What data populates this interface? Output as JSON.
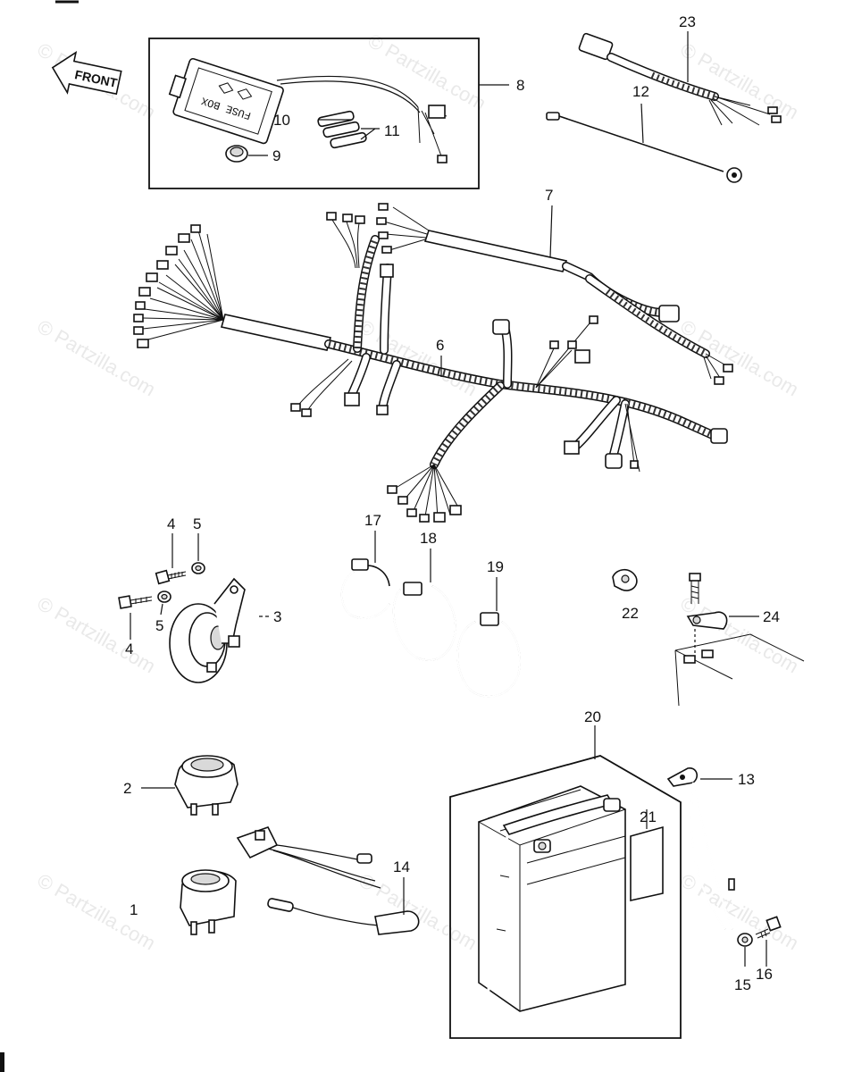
{
  "front_arrow_label": "FRONT",
  "fuse_box_text": "FUSE BOX",
  "watermark": "© Partzilla.com",
  "callouts": {
    "c1": "1",
    "c2": "2",
    "c3": "3",
    "c4a": "4",
    "c4b": "4",
    "c5a": "5",
    "c5b": "5",
    "c6": "6",
    "c7": "7",
    "c8": "8",
    "c9": "9",
    "c10": "10",
    "c11": "11",
    "c12": "12",
    "c13": "13",
    "c14": "14",
    "c15": "15",
    "c16": "16",
    "c17": "17",
    "c18": "18",
    "c19": "19",
    "c20": "20",
    "c21": "21",
    "c22": "22",
    "c23": "23",
    "c24": "24"
  }
}
